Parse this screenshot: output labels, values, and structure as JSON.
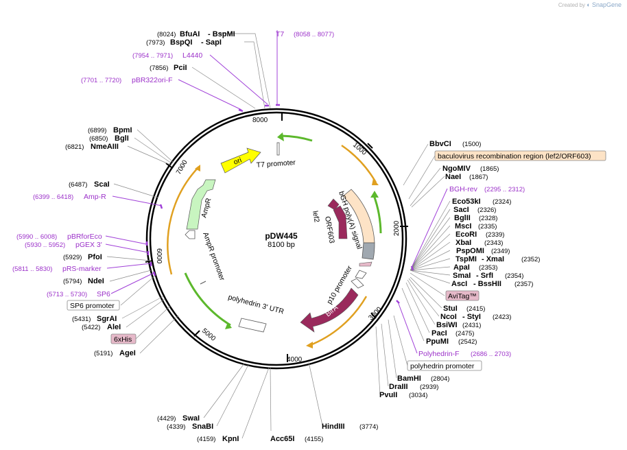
{
  "brand": {
    "created_by": "Created by",
    "app": "SnapGene"
  },
  "plasmid": {
    "name": "pDW445",
    "size": "8100 bp"
  },
  "ticks": [
    "1000",
    "2000",
    "3000",
    "4000",
    "5000",
    "6000",
    "7000",
    "8000"
  ],
  "enzymes_top": [
    {
      "pos": "(8024)",
      "name": "BfuAI",
      "sep": "- BspMI"
    },
    {
      "pos": "(7973)",
      "name": "BspQI",
      "sep": "- SapI"
    },
    {
      "pos": "(7856)",
      "name": "PciI"
    }
  ],
  "primers_top": [
    {
      "name": "T7",
      "range": "(8058 .. 8077)"
    },
    {
      "name": "L4440",
      "range": "(7954 .. 7971)"
    },
    {
      "name": "pBR322ori-F",
      "range": "(7701 .. 7720)"
    }
  ],
  "enzymes_left_top": [
    {
      "pos": "(6899)",
      "name": "BpmI"
    },
    {
      "pos": "(6850)",
      "name": "BglI"
    },
    {
      "pos": "(6821)",
      "name": "NmeAIII"
    },
    {
      "pos": "(6487)",
      "name": "ScaI"
    }
  ],
  "primers_left": [
    {
      "name": "Amp-R",
      "range": "(6399 .. 6418)"
    },
    {
      "name": "pBRforEco",
      "range": "(5990 .. 6008)"
    },
    {
      "name": "pGEX 3'",
      "range": "(5930 .. 5952)"
    },
    {
      "name": "pRS-marker",
      "range": "(5811 .. 5830)"
    },
    {
      "name": "SP6",
      "range": "(5713 .. 5730)"
    }
  ],
  "enzymes_left_mid": [
    {
      "pos": "(5929)",
      "name": "PfoI"
    },
    {
      "pos": "(5794)",
      "name": "NdeI"
    }
  ],
  "features_left": [
    {
      "name": "SP6 promoter"
    },
    {
      "name": "6xHis"
    }
  ],
  "enzymes_left_bottom": [
    {
      "pos": "(5431)",
      "name": "SgrAI"
    },
    {
      "pos": "(5422)",
      "name": "AleI"
    },
    {
      "pos": "(5191)",
      "name": "AgeI"
    }
  ],
  "enzymes_bottom": [
    {
      "pos": "(4429)",
      "name": "SwaI"
    },
    {
      "pos": "(4339)",
      "name": "SnaBI"
    },
    {
      "pos": "(4159)",
      "name": "KpnI"
    },
    {
      "pos": "(4155)",
      "name": "Acc65I"
    },
    {
      "pos": "(3774)",
      "name": "HindIII"
    }
  ],
  "enzymes_right": [
    {
      "name": "BbvCI",
      "pos": "(1500)"
    },
    {
      "name": "NgoMIV",
      "pos": "(1865)"
    },
    {
      "name": "NaeI",
      "pos": "(1867)"
    },
    {
      "name": "Eco53kI",
      "pos": "(2324)"
    },
    {
      "name": "SacI",
      "pos": "(2326)"
    },
    {
      "name": "BglII",
      "pos": "(2328)"
    },
    {
      "name": "MscI",
      "pos": "(2335)"
    },
    {
      "name": "EcoRI",
      "pos": "(2339)"
    },
    {
      "name": "XbaI",
      "pos": "(2343)"
    },
    {
      "name": "PspOMI",
      "pos": "(2349)"
    },
    {
      "name": "TspMI",
      "sep": "- XmaI",
      "pos": "(2352)"
    },
    {
      "name": "ApaI",
      "pos": "(2353)"
    },
    {
      "name": "SmaI",
      "sep": "- SrfI",
      "pos": "(2354)"
    },
    {
      "name": "AscI",
      "sep": "- BssHII",
      "pos": "(2357)"
    },
    {
      "name": "StuI",
      "pos": "(2415)"
    },
    {
      "name": "NcoI",
      "sep": "- StyI",
      "pos": "(2423)"
    },
    {
      "name": "BsiWI",
      "pos": "(2431)"
    },
    {
      "name": "PacI",
      "pos": "(2475)"
    },
    {
      "name": "PpuMI",
      "pos": "(2542)"
    },
    {
      "name": "BamHI",
      "pos": "(2804)"
    },
    {
      "name": "DraIII",
      "pos": "(2939)"
    },
    {
      "name": "PvuII",
      "pos": "(3034)"
    }
  ],
  "features_right": [
    {
      "name": "baculovirus recombination region (lef2/ORF603)"
    },
    {
      "name": "AviTag™"
    },
    {
      "name": "polyhedrin promoter"
    }
  ],
  "primers_right": [
    {
      "name": "BGH-rev",
      "range": "(2295 .. 2312)"
    },
    {
      "name": "Polyhedrin-F",
      "range": "(2686 .. 2703)"
    }
  ],
  "inner_features": {
    "ori": "ori",
    "t7_promoter": "T7 promoter",
    "ampr": "AmpR",
    "ampr_promoter": "AmpR promoter",
    "polyhedrin_utr": "polyhedrin 3' UTR",
    "bgh": "bGH poly(A) signal",
    "lef2": "lef2",
    "orf603": "ORF603",
    "p10": "p10 promoter",
    "bira": "BirA"
  },
  "colors": {
    "orange": "#e0a020",
    "green": "#5cb82c",
    "yellow": "#ffff00",
    "ampr": "#c8f5c0",
    "maroon": "#9a2a5c",
    "primer": "#9b30c9",
    "pink_box": "#e6b9c9",
    "peach_box": "#fde3c6"
  }
}
